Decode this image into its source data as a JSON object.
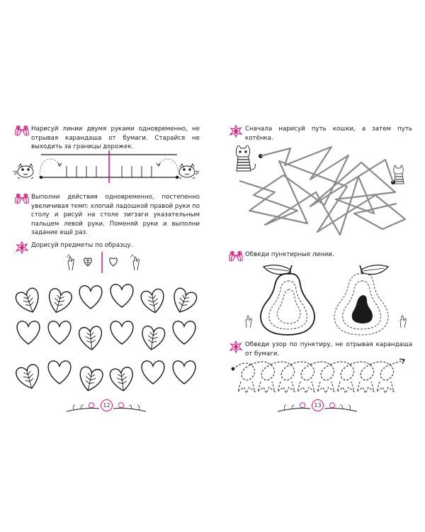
{
  "left_page": {
    "task1_text": "Нарисуй линии двумя руками одновременно, не отрывая карандаша от бумаги. Старайся не выходить за границы дорожек.",
    "task2_text": "Выполни действия одновременно, постепенно увеличивая темп: хлопай ладошкой правой руки по столу и рисуй на столе зигзаги указательным пальцем левой руки. Поменяй руки и выполни задание ещё раз.",
    "task3_text": "Дорисуй предметы по образцу.",
    "page_number": "12"
  },
  "right_page": {
    "task1_text": "Сначала нарисуй путь кошки, а затем путь котёнка.",
    "task2_text": "Обведи пунктирные линии.",
    "task3_text": "Обведи узор по пунктиру, не отрывая карандаша от бумаги.",
    "page_number": "13"
  },
  "colors": {
    "accent": "#d6157f",
    "ink": "#1a1a1a"
  },
  "icons": [
    "hands-icon",
    "star-burst-icon",
    "cat-icon",
    "kitten-icon",
    "pear-icon",
    "leaf-heart-icon",
    "heart-icon",
    "twig-bird-icon"
  ]
}
